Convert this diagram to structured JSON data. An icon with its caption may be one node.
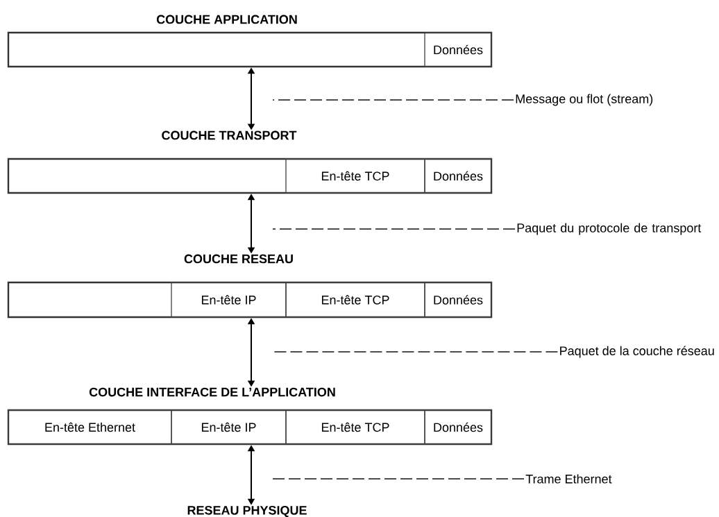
{
  "diagram": {
    "nodes": [
      {
        "text": [
          "COUCHE APPLICATION"
        ]
      },
      {
        "text": [],
        "shape": "box"
      },
      {
        "text": [
          "Données"
        ],
        "in": 1
      },
      {
        "text": [
          "Message ou flot (stream)"
        ]
      },
      {
        "text": [
          "COUCHE TRANSPORT"
        ]
      },
      {
        "text": [],
        "shape": "box"
      },
      {
        "text": [
          "En-tête TCP"
        ],
        "in": 5
      },
      {
        "text": [
          "Données"
        ],
        "in": 5
      },
      {
        "text": [
          "Paquet du protocole de transport"
        ]
      },
      {
        "text": [
          "COUCHE RESEAU"
        ]
      },
      {
        "text": [],
        "shape": "box"
      },
      {
        "text": [
          "En-tête IP"
        ],
        "in": 10
      },
      {
        "text": [
          "En-tête TCP"
        ],
        "in": 10
      },
      {
        "text": [
          "Données"
        ],
        "in": 10
      },
      {
        "text": [
          "Paquet de la couche réseau"
        ]
      },
      {
        "text": [
          "COUCHE INTERFACE DE L’APPLICATION"
        ]
      },
      {
        "text": [],
        "shape": "box"
      },
      {
        "text": [
          "En-tête Ethernet"
        ],
        "in": 16
      },
      {
        "text": [
          "En-tête IP"
        ],
        "in": 16
      },
      {
        "text": [
          "En-tête TCP"
        ],
        "in": 16
      },
      {
        "text": [
          "Données"
        ],
        "in": 16
      },
      {
        "text": [
          "Trame Ethernet"
        ]
      },
      {
        "text": [
          "RESEAU PHYSIQUE"
        ]
      }
    ],
    "edges": [
      {
        "from": 1,
        "to": 4,
        "arrow": "both"
      },
      {
        "from": 3,
        "to": null,
        "arrow": "none",
        "style": "dashed"
      },
      {
        "from": 5,
        "to": 9,
        "arrow": "both"
      },
      {
        "from": 8,
        "to": null,
        "arrow": "none",
        "style": "dashed"
      },
      {
        "from": 10,
        "to": 15,
        "arrow": "both"
      },
      {
        "from": 14,
        "to": null,
        "arrow": "none",
        "style": "dashed"
      },
      {
        "from": 16,
        "to": 22,
        "arrow": "both"
      },
      {
        "from": 21,
        "to": null,
        "arrow": "none",
        "style": "dashed"
      }
    ]
  }
}
